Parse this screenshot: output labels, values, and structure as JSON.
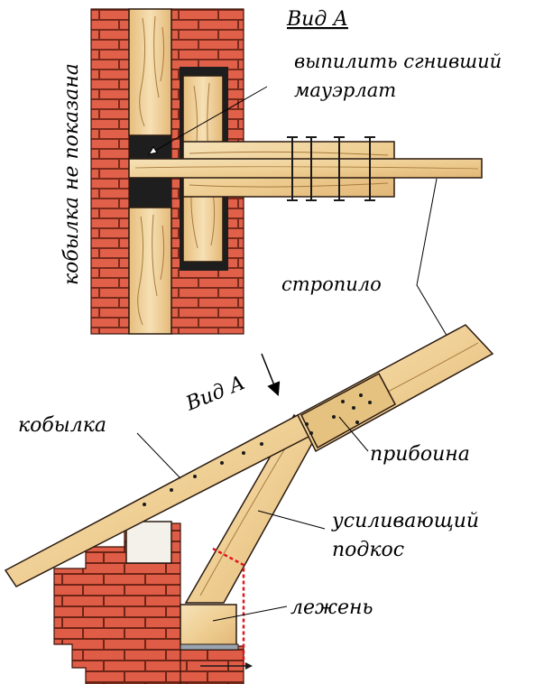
{
  "labels": {
    "view_a_title": "Вид А",
    "cut_note_line1": "выпилить сгнивший",
    "cut_note_line2": "мауэрлат",
    "side_note": "кобылка не показана",
    "rafter": "стропило",
    "view_a_arrow": "Вид А",
    "kobylka": "кобылка",
    "priboina": "прибоина",
    "brace_line1": "усиливающий",
    "brace_line2": "подкос",
    "lezhen": "лежень"
  },
  "colors": {
    "brick": "#e0604a",
    "mortar": "#7a2a1a",
    "wood_light": "#f2d7a4",
    "wood_dark": "#a87c3e",
    "cut_line": "#e0141e",
    "outline": "#2a1a10"
  }
}
